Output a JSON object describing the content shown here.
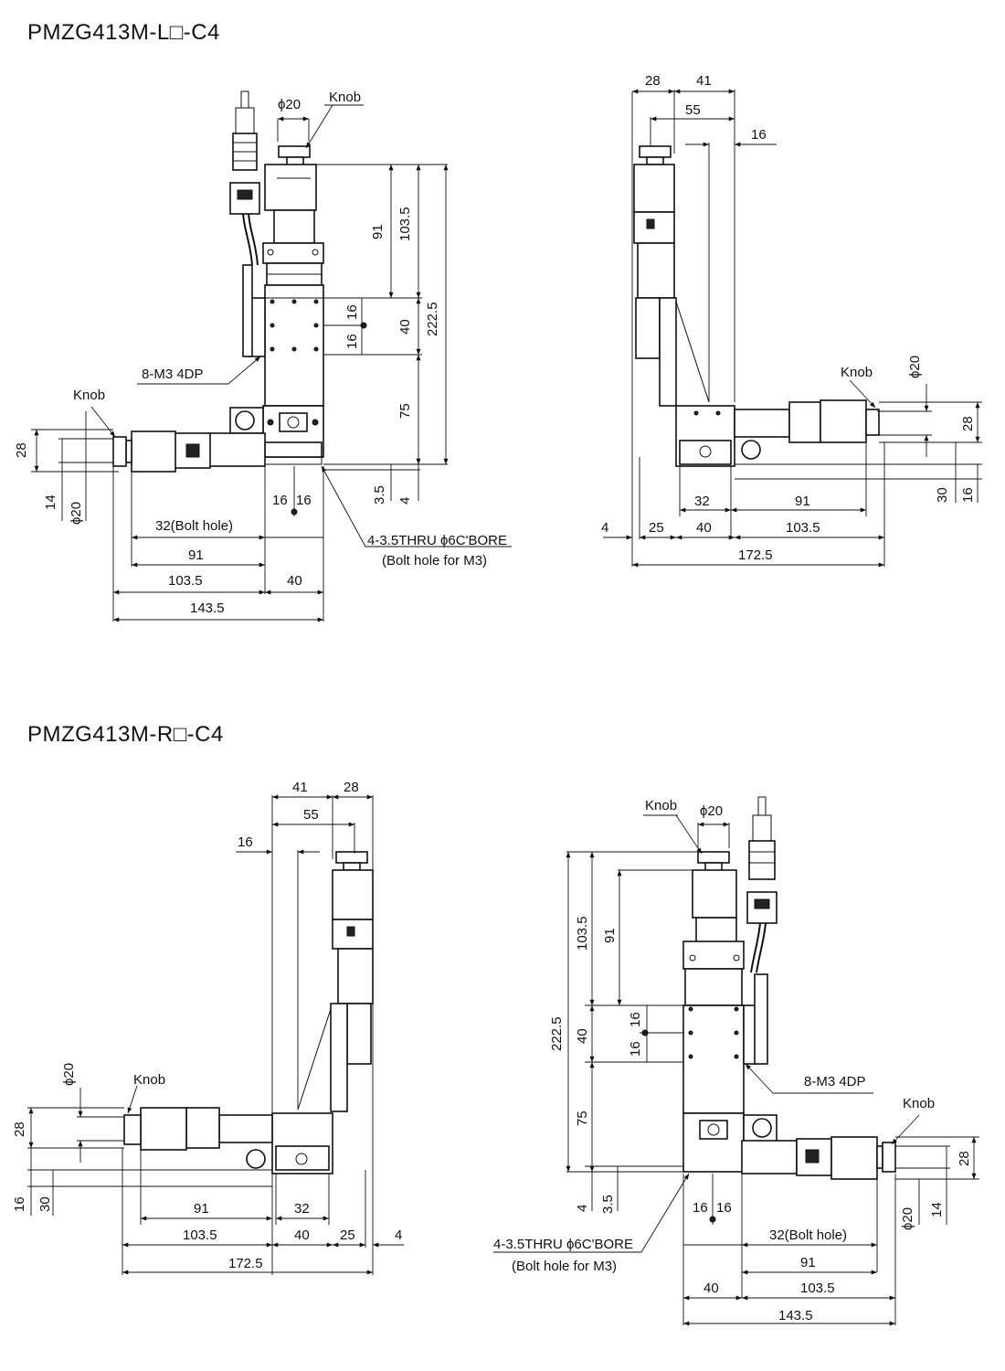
{
  "titles": {
    "top": "PMZG413M-L□-C4",
    "bottom": "PMZG413M-R□-C4"
  },
  "labels": {
    "knob": "Knob",
    "phi20": "ϕ20",
    "m3": "8-M3 4DP",
    "thru": "4-3.5THRU ϕ6C'BORE",
    "bolt_m3": "(Bolt hole for M3)",
    "bolt32": "32(Bolt hole)"
  },
  "dims": {
    "d28": "28",
    "d41": "41",
    "d55": "55",
    "d16": "16",
    "d91": "91",
    "d103_5": "103.5",
    "d222_5": "222.5",
    "d40": "40",
    "d75": "75",
    "d3_5": "3.5",
    "d4": "4",
    "d14": "14",
    "d32": "32",
    "d25": "25",
    "d143_5": "143.5",
    "d172_5": "172.5",
    "d30": "30"
  }
}
